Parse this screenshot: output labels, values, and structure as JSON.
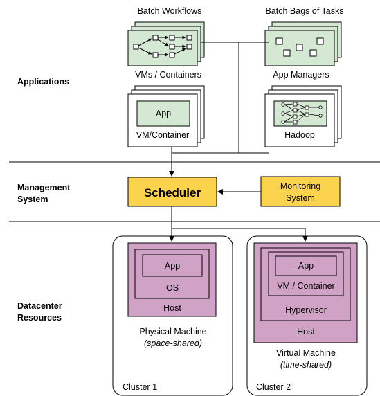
{
  "colors": {
    "green": "#d5e8d4",
    "yellow": "#fcd34d",
    "purple": "#d0a3c6",
    "line": "#000000"
  },
  "labels": {
    "applications": "Applications",
    "management_l1": "Management",
    "management_l2": "System",
    "datacenter_l1": "Datacenter",
    "datacenter_l2": "Resources"
  },
  "apps": {
    "batch_workflows": "Batch Workflows",
    "batch_bags": "Batch Bags of Tasks",
    "vms_containers": "VMs / Containers",
    "app_managers": "App Managers",
    "app": "App",
    "vm_container": "VM/Container",
    "hadoop": "Hadoop"
  },
  "management": {
    "scheduler": "Scheduler",
    "monitoring_l1": "Monitoring",
    "monitoring_l2": "System"
  },
  "resources": {
    "cluster1": {
      "label": "Cluster 1",
      "app": "App",
      "os": "OS",
      "host": "Host",
      "caption": "Physical Machine",
      "note": "(space-shared)"
    },
    "cluster2": {
      "label": "Cluster 2",
      "app": "App",
      "vm": "VM / Container",
      "hypervisor": "Hypervisor",
      "host": "Host",
      "caption": "Virtual Machine",
      "note": "(time-shared)"
    }
  }
}
